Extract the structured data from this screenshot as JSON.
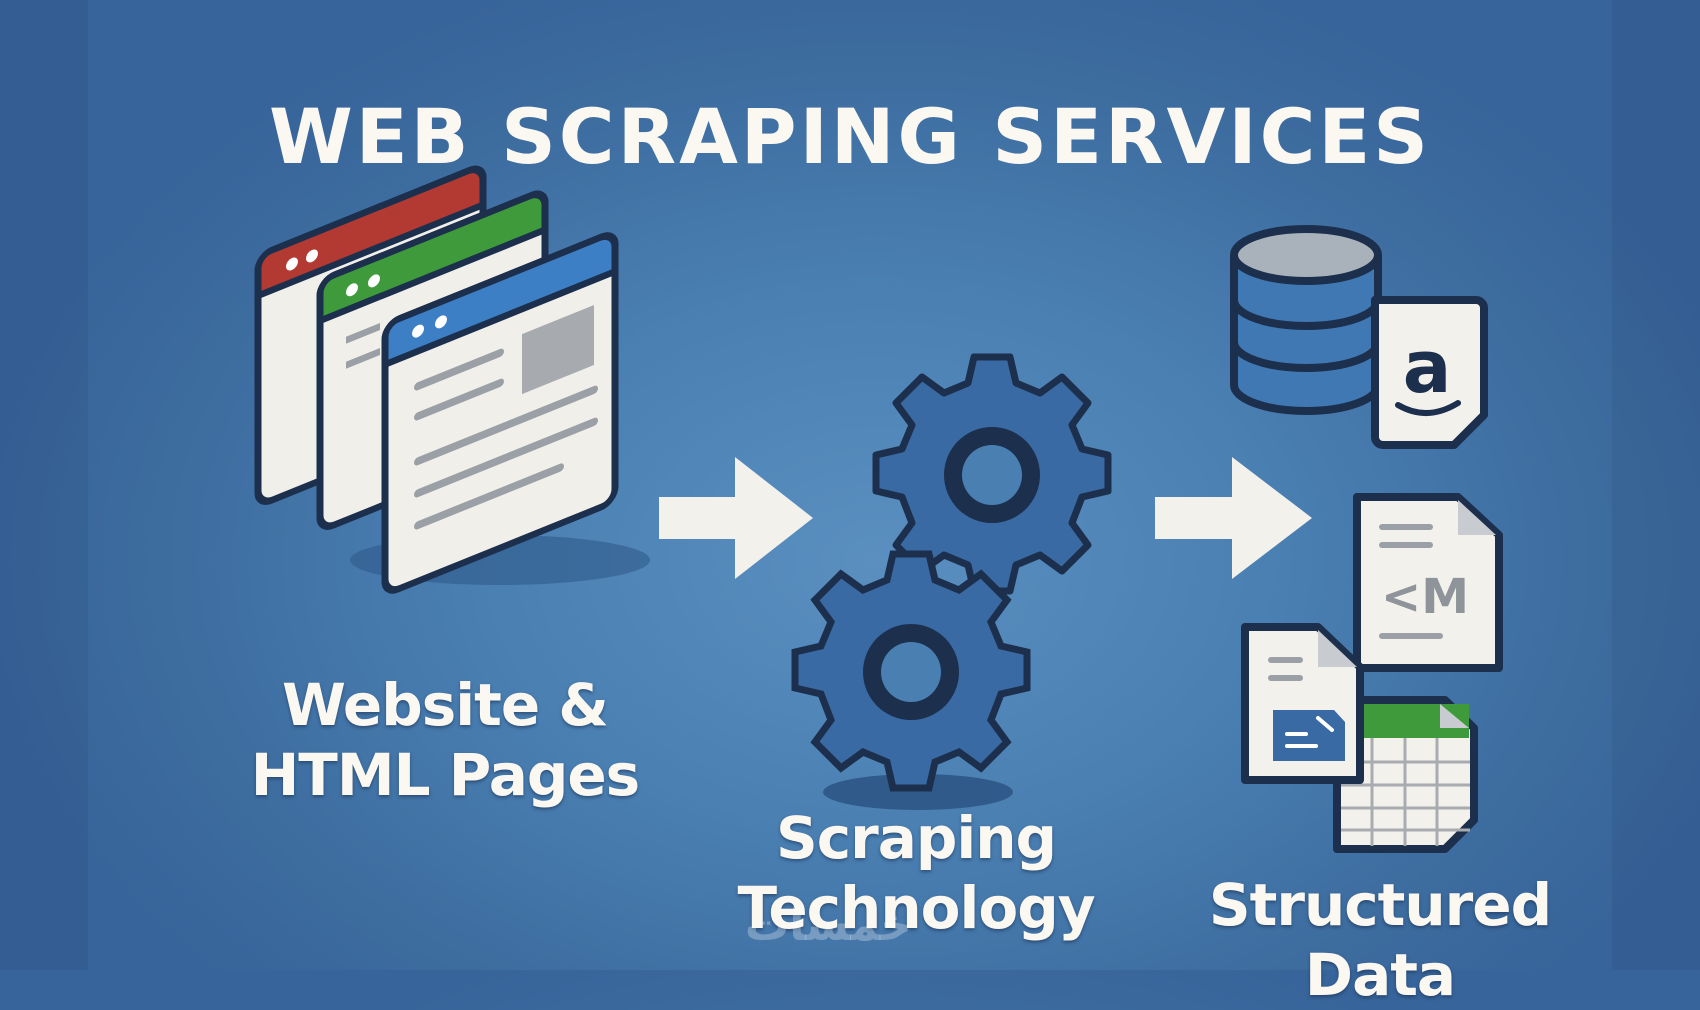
{
  "title": "WEB SCRAPING SERVICES",
  "stages": [
    {
      "line1": "Website &",
      "line2": "HTML Pages"
    },
    {
      "line1": "Scraping",
      "line2": "Technology"
    },
    {
      "line1": "Structured",
      "line2": "Data"
    }
  ],
  "icons": {
    "xml_doc_text": "<M",
    "amazon_glyph": "a"
  },
  "watermark": "خمسات",
  "colors": {
    "background": "#4a7fb2",
    "outline": "#1c2f4d",
    "red": "#b23a32",
    "green": "#3f9a3c",
    "blue": "#3d7fc4",
    "paper": "#f3f1ec"
  }
}
